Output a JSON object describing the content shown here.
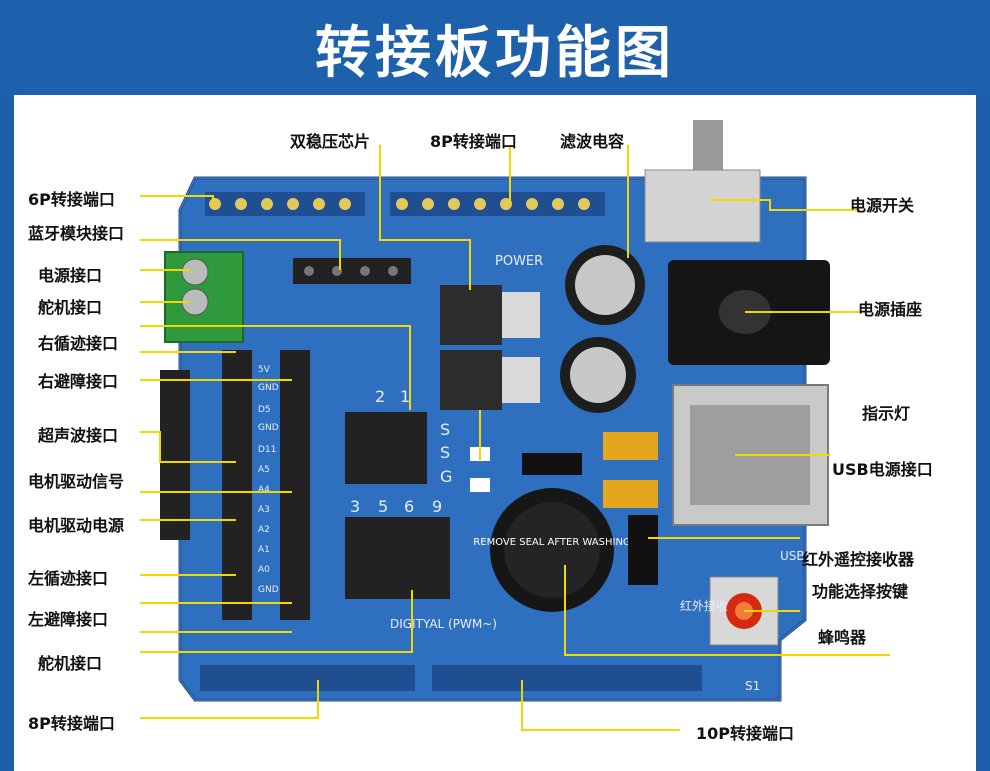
{
  "title": "转接板功能图",
  "colors": {
    "banner": "#1d60ab",
    "board": "#2f6fc0",
    "leader": "#f2d800"
  },
  "labels_left": [
    "6P转接端口",
    "蓝牙模块接口",
    "电源接口",
    "舵机接口",
    "右循迹接口",
    "右避障接口",
    "超声波接口",
    "电机驱动信号",
    "电机驱动电源",
    "左循迹接口",
    "左避障接口",
    "舵机接口",
    "8P转接端口"
  ],
  "labels_top": [
    "双稳压芯片",
    "8P转接端口",
    "滤波电容"
  ],
  "labels_right": [
    "电源开关",
    "电源插座",
    "指示灯",
    "USB电源接口",
    "红外遥控接收器",
    "功能选择按键",
    "蜂鸣器"
  ],
  "labels_bottom": [
    "10P转接端口"
  ],
  "board_text": {
    "power": "POWER",
    "digital": "DIGITYAL (PWM~)",
    "s1": "S1",
    "usb": "USB",
    "ir": "红外接收",
    "buzzer": "REMOVE SEAL AFTER WASHING",
    "s_col": [
      "S",
      "S",
      "G"
    ],
    "nums_top": [
      "2",
      "1"
    ],
    "nums_mid": [
      "3",
      "5",
      "6",
      "9"
    ],
    "pin_left": [
      "5V",
      "GND",
      "D5",
      "GND",
      "D11",
      "A5",
      "A4",
      "A3",
      "A2",
      "A1",
      "A0",
      "GND"
    ]
  }
}
